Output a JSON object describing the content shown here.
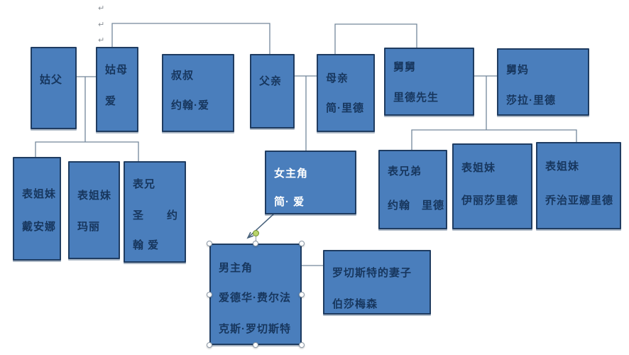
{
  "diagram": {
    "kind": "family-tree",
    "selected_node_id": "hero"
  },
  "nodes": [
    {
      "id": "gufu",
      "lines": [
        "姑父"
      ]
    },
    {
      "id": "gumu",
      "lines": [
        "姑母",
        "爱"
      ]
    },
    {
      "id": "shushu",
      "lines": [
        "叔叔",
        "约翰·爱"
      ]
    },
    {
      "id": "fuqin",
      "lines": [
        "父亲"
      ]
    },
    {
      "id": "muqin",
      "lines": [
        "母亲",
        "简·里德"
      ]
    },
    {
      "id": "jiujiu",
      "lines": [
        "舅舅",
        "里德先生"
      ]
    },
    {
      "id": "jiuma",
      "lines": [
        "舅妈",
        "莎拉·里德"
      ]
    },
    {
      "id": "cousin-diana",
      "lines": [
        "表姐妹",
        "戴安娜"
      ]
    },
    {
      "id": "cousin-mary",
      "lines": [
        "表姐妹",
        "玛丽"
      ]
    },
    {
      "id": "cousin-stjohn",
      "lines": [
        "表兄",
        "圣　　约",
        "翰 爱"
      ]
    },
    {
      "id": "heroine",
      "lines": [
        "女主角",
        "简· 爱"
      ]
    },
    {
      "id": "cousin-john-reed",
      "lines": [
        "表兄弟",
        "约翰　里德"
      ]
    },
    {
      "id": "cousin-eliza",
      "lines": [
        "表姐妹",
        "伊丽莎里德"
      ]
    },
    {
      "id": "cousin-georgiana",
      "lines": [
        "表姐妹",
        "乔治亚娜里德"
      ]
    },
    {
      "id": "hero",
      "lines": [
        "男主角",
        "爱德华·费尔法",
        "克斯·罗切斯特"
      ]
    },
    {
      "id": "rochester-wife",
      "lines": [
        "罗切斯特的妻子",
        "伯莎梅森"
      ]
    }
  ],
  "formatting": {
    "return_mark": "↵"
  },
  "colors": {
    "box_fill": "#4a7ebc",
    "box_border": "#1f3c61",
    "box_text": "#17365d",
    "heroine_text": "#ffffff",
    "connector_line": "#73879b",
    "arrow_line": "#46607a",
    "rotation_handle": "#b9d46a",
    "background": "#ffffff"
  }
}
